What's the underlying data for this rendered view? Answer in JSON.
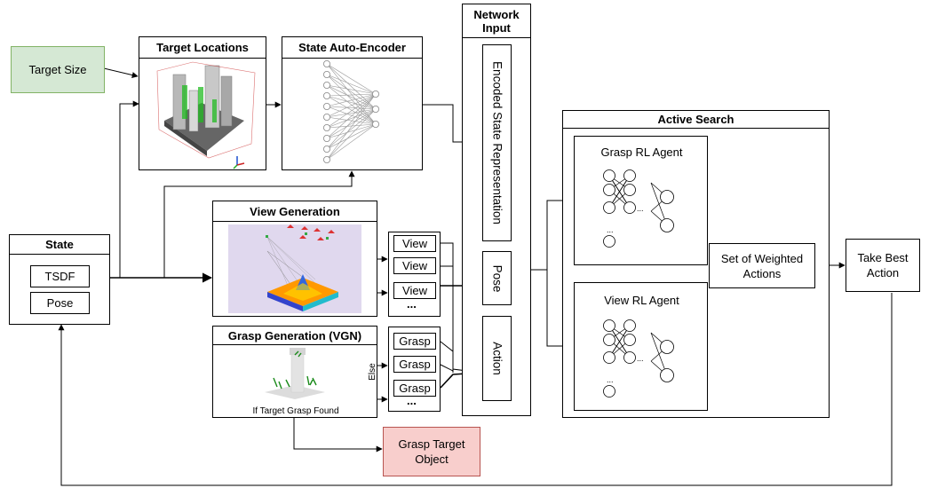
{
  "target_size": "Target Size",
  "target_locations": "Target Locations",
  "state_autoencoder": "State Auto-Encoder",
  "network_input": {
    "title": "Network Input",
    "encoded": "Encoded State Representation",
    "pose": "Pose",
    "action": "Action"
  },
  "state": {
    "title": "State",
    "tsdf": "TSDF",
    "pose": "Pose"
  },
  "view_generation": "View Generation",
  "grasp_generation": {
    "title": "Grasp Generation (VGN)",
    "caption": "If Target Grasp Found"
  },
  "else_label": "Else",
  "view_list": [
    "View",
    "View",
    "View"
  ],
  "grasp_list": [
    "Grasp",
    "Grasp",
    "Grasp"
  ],
  "ellipsis": "...",
  "grasp_target": "Grasp Target Object",
  "active_search": {
    "title": "Active Search",
    "grasp_agent": "Grasp RL Agent",
    "view_agent": "View RL Agent",
    "weighted": "Set of Weighted Actions"
  },
  "take_best": "Take Best Action",
  "colors": {
    "target_size_fill": "#d5e8d4",
    "target_size_border": "#82b366",
    "grasp_target_fill": "#f8cecc",
    "grasp_target_border": "#b85450",
    "line": "#000000"
  }
}
